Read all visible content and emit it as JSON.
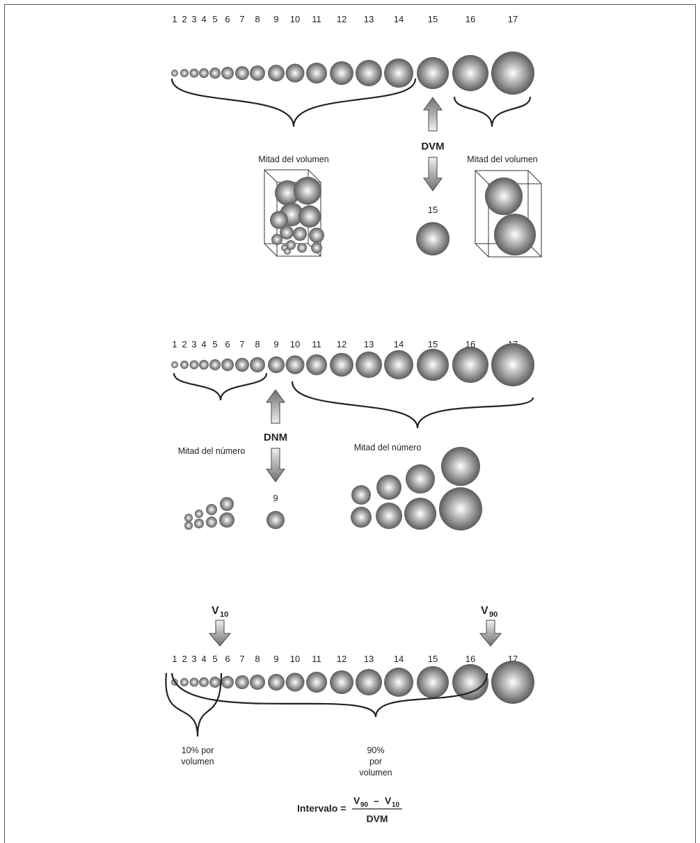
{
  "section1": {
    "numbers": [
      "1",
      "2",
      "3",
      "4",
      "5",
      "6",
      "7",
      "8",
      "9",
      "10",
      "11",
      "12",
      "13",
      "14",
      "15",
      "16",
      "17"
    ],
    "left_label": "Mitad del volumen",
    "right_label": "Mitad del volumen",
    "marker": "DVM",
    "median_number": "15"
  },
  "section2": {
    "numbers": [
      "1",
      "2",
      "3",
      "4",
      "5",
      "6",
      "7",
      "8",
      "9",
      "10",
      "11",
      "12",
      "13",
      "14",
      "15",
      "16",
      "17"
    ],
    "left_label": "Mitad del número",
    "right_label": "Mitad del número",
    "marker": "DNM",
    "median_number": "9"
  },
  "section3": {
    "numbers": [
      "1",
      "2",
      "3",
      "4",
      "5",
      "6",
      "7",
      "8",
      "9",
      "10",
      "11",
      "12",
      "13",
      "14",
      "15",
      "16",
      "17"
    ],
    "v10_main": "V",
    "v10_sub": "10",
    "v90_main": "V",
    "v90_sub": "90",
    "left_label_line1": "10% por",
    "left_label_line2": "volumen",
    "right_label_line1": "90%",
    "right_label_line2": "por",
    "right_label_line3": "volumen",
    "formula": {
      "lhs": "Intervalo =",
      "num_a": "V",
      "num_a_sub": "90",
      "minus": "–",
      "num_b": "V",
      "num_b_sub": "10",
      "den": "DVM"
    }
  }
}
